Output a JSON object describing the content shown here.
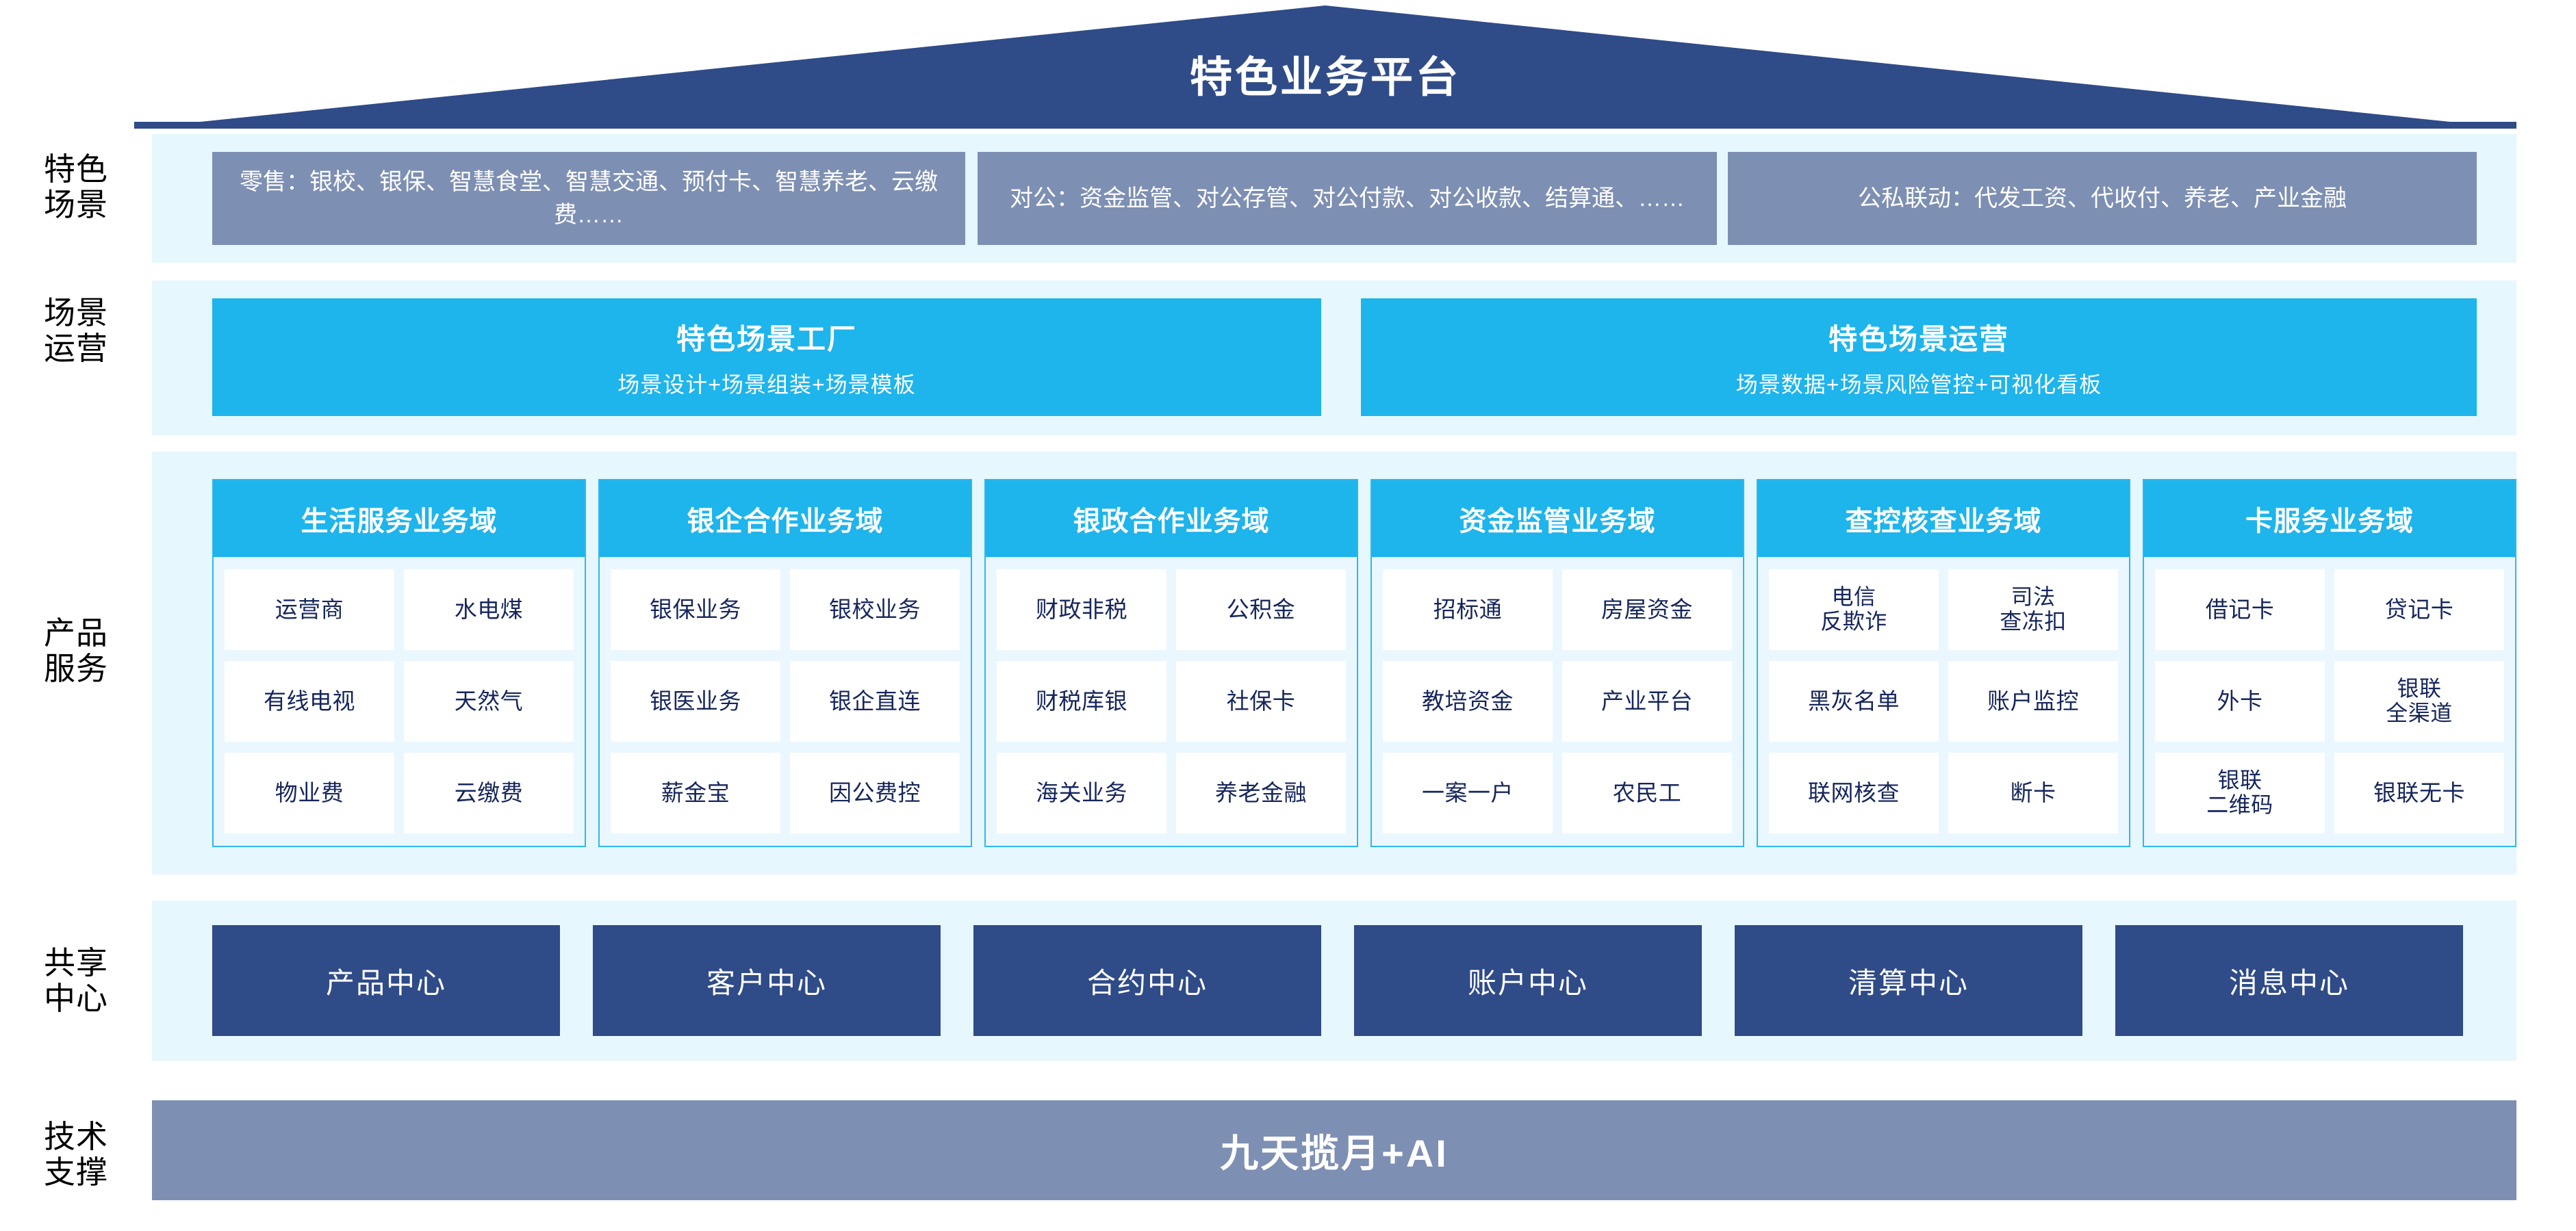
{
  "header": {
    "title": "特色业务平台"
  },
  "rows": {
    "scenario_label": "特色\n场景",
    "operation_label": "场景\n运营",
    "product_label": "产品\n服务",
    "shared_label": "共享\n中心",
    "tech_label": "技术\n支撑"
  },
  "scenarios": [
    {
      "text": "零售：银校、银保、智慧食堂、智慧交通、预付卡、智慧养老、云缴费……"
    },
    {
      "text": "对公：资金监管、对公存管、对公付款、对公收款、结算通、……"
    },
    {
      "text": "公私联动：代发工资、代收付、养老、产业金融"
    }
  ],
  "operations": [
    {
      "title": "特色场景工厂",
      "subtitle": "场景设计+场景组装+场景模板"
    },
    {
      "title": "特色场景运营",
      "subtitle": "场景数据+场景风险管控+可视化看板"
    }
  ],
  "domains": [
    {
      "title": "生活服务业务域",
      "items": [
        "运营商",
        "水电煤",
        "有线电视",
        "天然气",
        "物业费",
        "云缴费"
      ]
    },
    {
      "title": "银企合作业务域",
      "items": [
        "银保业务",
        "银校业务",
        "银医业务",
        "银企直连",
        "薪金宝",
        "因公费控"
      ]
    },
    {
      "title": "银政合作业务域",
      "items": [
        "财政非税",
        "公积金",
        "财税库银",
        "社保卡",
        "海关业务",
        "养老金融"
      ]
    },
    {
      "title": "资金监管业务域",
      "items": [
        "招标通",
        "房屋资金",
        "教培资金",
        "产业平台",
        "一案一户",
        "农民工"
      ]
    },
    {
      "title": "查控核查业务域",
      "items": [
        "电信\n反欺诈",
        "司法\n查冻扣",
        "黑灰名单",
        "账户监控",
        "联网核查",
        "断卡"
      ]
    },
    {
      "title": "卡服务业务域",
      "items": [
        "借记卡",
        "贷记卡",
        "外卡",
        "银联\n全渠道",
        "银联\n二维码",
        "银联无卡"
      ]
    }
  ],
  "shared_centers": [
    "产品中心",
    "客户中心",
    "合约中心",
    "账户中心",
    "清算中心",
    "消息中心"
  ],
  "tech_support": {
    "text": "九天揽月+AI"
  },
  "colors": {
    "roof_navy": "#2f4b88",
    "scenario_gray_blue": "#7d8fb3",
    "cyan": "#1eb4ec",
    "pale_band": "#e6f7fd",
    "cell_text": "#16265c",
    "center_navy": "#2f4b88"
  }
}
